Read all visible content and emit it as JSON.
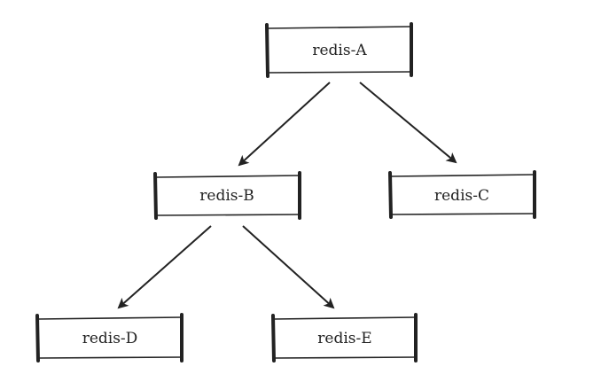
{
  "diagram": {
    "type": "tree",
    "nodes": [
      {
        "id": "A",
        "label": "redis-A"
      },
      {
        "id": "B",
        "label": "redis-B"
      },
      {
        "id": "C",
        "label": "redis-C"
      },
      {
        "id": "D",
        "label": "redis-D"
      },
      {
        "id": "E",
        "label": "redis-E"
      }
    ],
    "edges": [
      {
        "from": "A",
        "to": "B"
      },
      {
        "from": "A",
        "to": "C"
      },
      {
        "from": "B",
        "to": "D"
      },
      {
        "from": "B",
        "to": "E"
      }
    ]
  },
  "colors": {
    "stroke": "#222222",
    "background": "#ffffff"
  }
}
